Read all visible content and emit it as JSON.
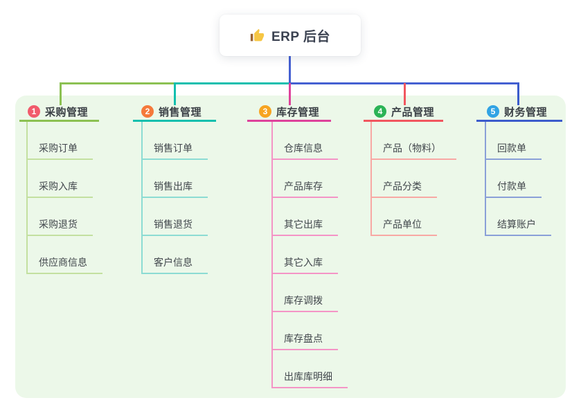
{
  "root": {
    "label": "ERP 后台",
    "icon": "thumbs-up"
  },
  "colors": {
    "panel_bg": "#ecf8e9",
    "root_line": "#4560d2",
    "root_text": "#3a4150",
    "branch_text": "#3b4046",
    "child_text": "#41464c",
    "icon_hand": "#f6c644",
    "icon_cuff": "#9c6433"
  },
  "branches": [
    {
      "badge": "1",
      "badge_color": "#f15b6c",
      "label": "采购管理",
      "line_color": "#8cc152",
      "child_line_color": "#c3e0a0",
      "children": [
        "采购订单",
        "采购入库",
        "采购退货",
        "供应商信息"
      ]
    },
    {
      "badge": "2",
      "badge_color": "#f5793b",
      "label": "销售管理",
      "line_color": "#12bfae",
      "child_line_color": "#8cdcd3",
      "children": [
        "销售订单",
        "销售出库",
        "销售退货",
        "客户信息"
      ]
    },
    {
      "badge": "3",
      "badge_color": "#f7a421",
      "label": "库存管理",
      "line_color": "#de429b",
      "child_line_color": "#f494c6",
      "children": [
        "仓库信息",
        "产品库存",
        "其它出库",
        "其它入库",
        "库存调拨",
        "库存盘点",
        "出库库明细"
      ]
    },
    {
      "badge": "4",
      "badge_color": "#2bb356",
      "label": "产品管理",
      "line_color": "#f1565f",
      "child_line_color": "#f8a8a4",
      "children": [
        "产品（物料）",
        "产品分类",
        "产品单位"
      ]
    },
    {
      "badge": "5",
      "badge_color": "#31a3e4",
      "label": "财务管理",
      "line_color": "#3c5ccc",
      "child_line_color": "#8aa0d8",
      "children": [
        "回款单",
        "付款单",
        "结算账户"
      ]
    }
  ]
}
